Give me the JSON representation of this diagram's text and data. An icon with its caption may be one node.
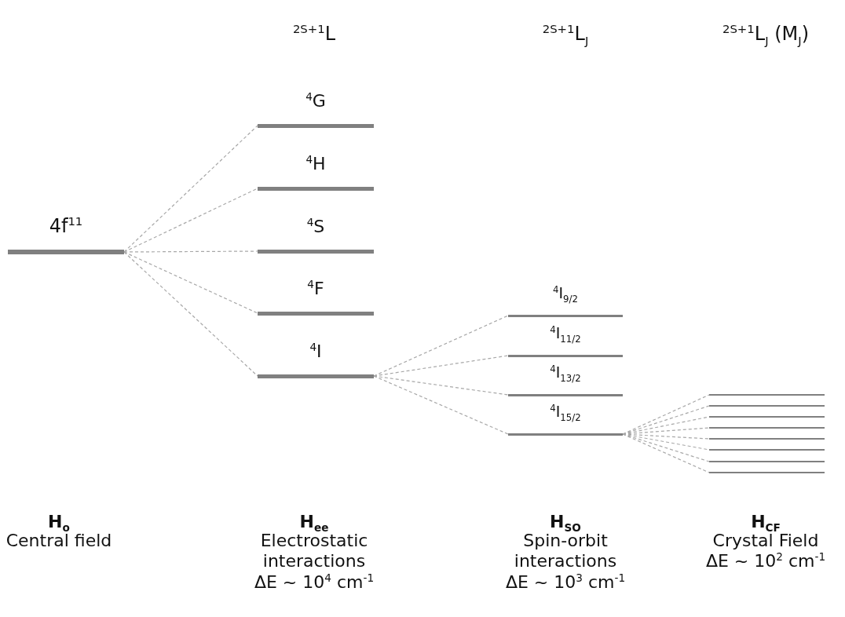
{
  "diagram": {
    "nodes": [
      {
        "text": [
          "4f$^{11}$"
        ]
      },
      {
        "text": [
          "$^{4}$G"
        ]
      },
      {
        "text": [
          "$^{4}$H"
        ]
      },
      {
        "text": [
          "$^{4}$S"
        ]
      },
      {
        "text": [
          "$^{4}$F"
        ]
      },
      {
        "text": [
          "$^{4}$I"
        ]
      },
      {
        "text": [
          "$^{4}$I$_{9/2}$"
        ]
      },
      {
        "text": [
          "$^{4}$I$_{11/2}$"
        ]
      },
      {
        "text": [
          "$^{4}$I$_{13/2}$"
        ]
      },
      {
        "text": [
          "$^{4}$I$_{15/2}$"
        ]
      },
      {
        "text": [],
        "shape": "bar"
      },
      {
        "text": [],
        "shape": "bar"
      },
      {
        "text": [],
        "shape": "bar"
      },
      {
        "text": [],
        "shape": "bar"
      },
      {
        "text": [],
        "shape": "bar"
      },
      {
        "text": [],
        "shape": "bar"
      },
      {
        "text": [],
        "shape": "bar"
      },
      {
        "text": [],
        "shape": "bar"
      }
    ],
    "edges": [
      {
        "from": 0,
        "to": 1,
        "arrow": "none",
        "style": "dashed"
      },
      {
        "from": 0,
        "to": 2,
        "arrow": "none",
        "style": "dashed"
      },
      {
        "from": 0,
        "to": 3,
        "arrow": "none",
        "style": "dashed"
      },
      {
        "from": 0,
        "to": 4,
        "arrow": "none",
        "style": "dashed"
      },
      {
        "from": 0,
        "to": 5,
        "arrow": "none",
        "style": "dashed"
      },
      {
        "from": 5,
        "to": 6,
        "arrow": "none",
        "style": "dashed"
      },
      {
        "from": 5,
        "to": 7,
        "arrow": "none",
        "style": "dashed"
      },
      {
        "from": 5,
        "to": 8,
        "arrow": "none",
        "style": "dashed"
      },
      {
        "from": 5,
        "to": 9,
        "arrow": "none",
        "style": "dashed"
      },
      {
        "from": 9,
        "to": 10,
        "arrow": "none",
        "style": "dashed"
      },
      {
        "from": 9,
        "to": 11,
        "arrow": "none",
        "style": "dashed"
      },
      {
        "from": 9,
        "to": 12,
        "arrow": "none",
        "style": "dashed"
      },
      {
        "from": 9,
        "to": 13,
        "arrow": "none",
        "style": "dashed"
      },
      {
        "from": 9,
        "to": 14,
        "arrow": "none",
        "style": "dashed"
      },
      {
        "from": 9,
        "to": 15,
        "arrow": "none",
        "style": "dashed"
      },
      {
        "from": 9,
        "to": 16,
        "arrow": "none",
        "style": "dashed"
      },
      {
        "from": 9,
        "to": 17,
        "arrow": "none",
        "style": "dashed"
      }
    ],
    "labels": [
      "$^{2S+1}$L",
      "$^{2S+1}$L$_{J}$",
      "$^{2S+1}$L$_{J}$ (M$_{J}$)",
      "H$_{o}$",
      "Central field",
      "H$_{ee}$",
      "Electrostatic interactions",
      "ΔE ~ 10$^{4}$ cm$^{-1}$",
      "H$_{SO}$",
      "Spin-orbit interactions",
      "ΔE ~ 10$^{3}$ cm$^{-1}$",
      "H$_{CF}$",
      "Crystal Field",
      "ΔE ~ 10$^{2}$ cm$^{-1}$"
    ]
  }
}
